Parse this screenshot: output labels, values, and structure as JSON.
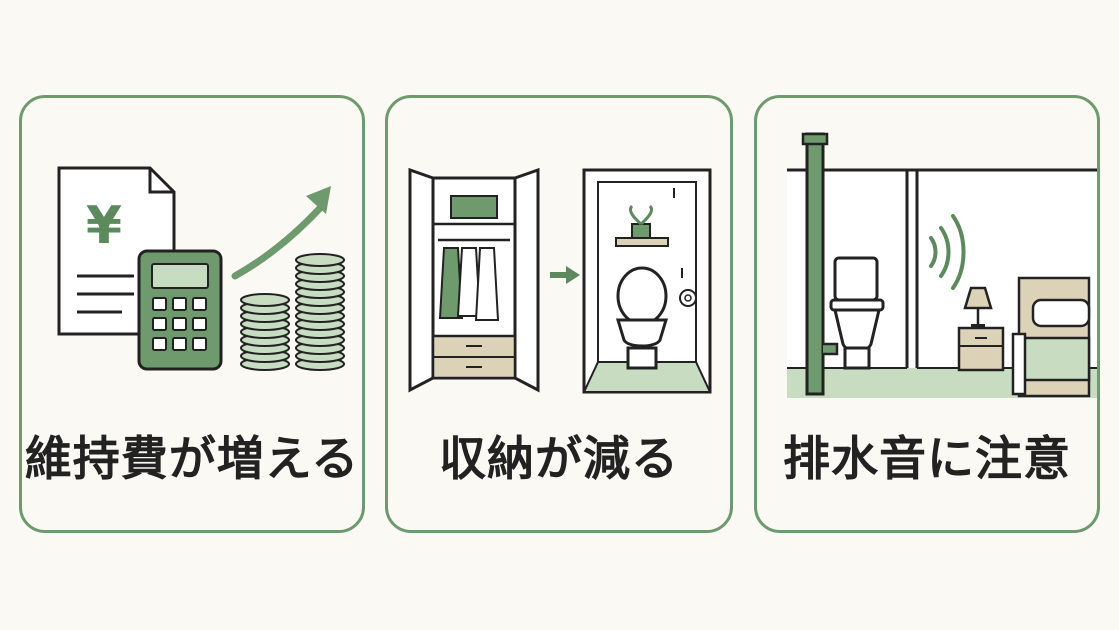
{
  "panels": [
    {
      "caption": "維持費が増える"
    },
    {
      "caption": "収納が減る"
    },
    {
      "caption": "排水音に注意"
    }
  ],
  "document_symbol": "¥",
  "icons": {
    "panel1": [
      "document-icon",
      "calculator-icon",
      "coin-stack-icon",
      "arrow-up-icon"
    ],
    "panel2": [
      "closet-icon",
      "arrow-right-icon",
      "toilet-room-icon"
    ],
    "panel3": [
      "drain-pipe-icon",
      "toilet-icon",
      "sound-waves-icon",
      "bed-icon",
      "lamp-icon"
    ]
  },
  "colors": {
    "accent": "#6e9a6e",
    "dark_green": "#5c8a5c",
    "light_green": "#c8dcc2",
    "beige": "#dcd2b8",
    "stroke": "#222222"
  }
}
